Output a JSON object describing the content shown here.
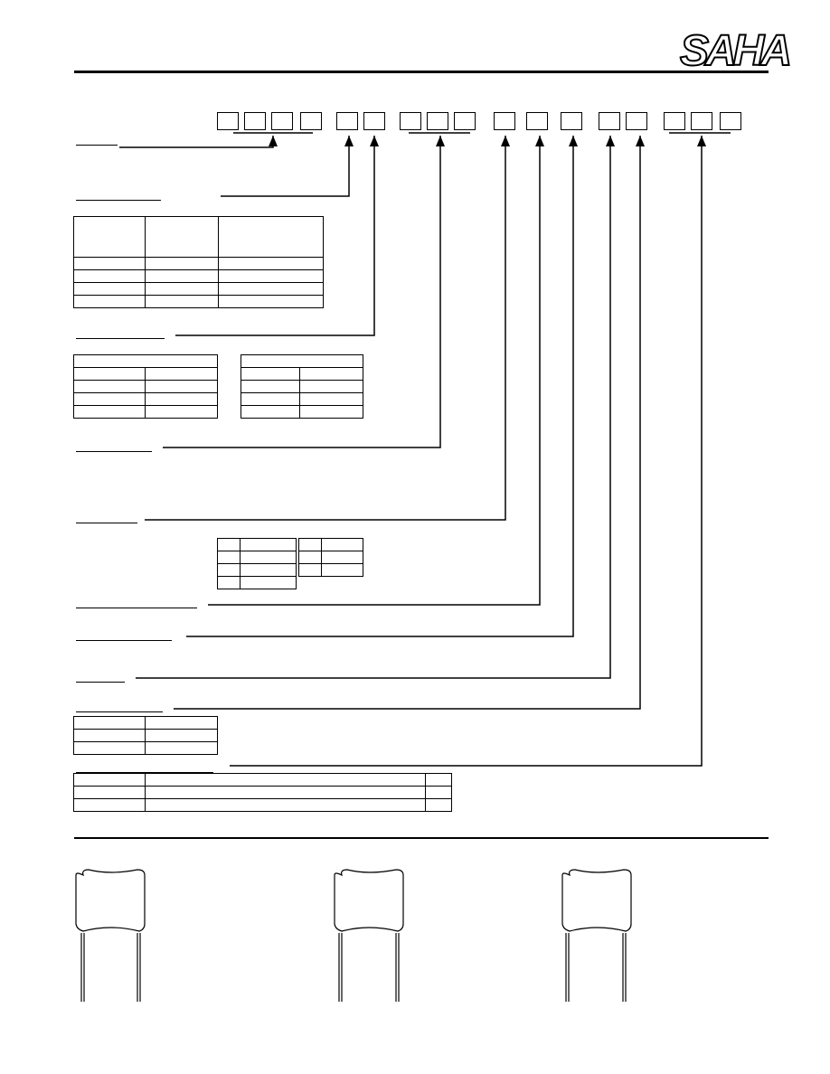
{
  "brand": {
    "logo_text": "SAHA"
  },
  "part_number": {
    "groups": [
      {
        "id": "series",
        "boxes": 4
      },
      {
        "id": "voltage",
        "boxes": 2
      },
      {
        "id": "capacitance",
        "boxes": 3
      },
      {
        "id": "tolerance",
        "boxes": 1
      },
      {
        "id": "lead-style",
        "boxes": 1
      },
      {
        "id": "packaging",
        "boxes": 1
      },
      {
        "id": "option-a",
        "boxes": 1
      },
      {
        "id": "option-b",
        "boxes": 1
      },
      {
        "id": "suffix",
        "boxes": 3
      }
    ]
  },
  "figures": [
    {
      "name": "capacitor-left"
    },
    {
      "name": "capacitor-middle"
    },
    {
      "name": "capacitor-right"
    }
  ],
  "colors": {
    "ink": "#000000",
    "paper": "#ffffff"
  }
}
